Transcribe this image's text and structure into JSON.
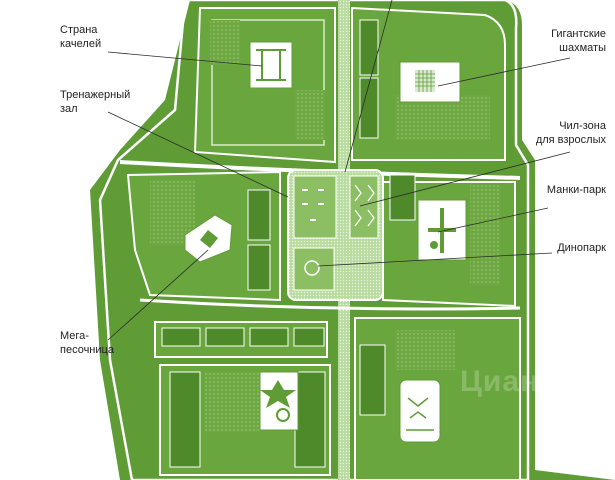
{
  "colors": {
    "map_green": "#5f9c36",
    "block_green": "#79b14d",
    "path_white": "#ffffff",
    "plaza_green": "#8cbf63",
    "leader_line": "#2b2b2b"
  },
  "labels": {
    "swing_country": "Страна\nкачелей",
    "gym": "Тренажерный\nзал",
    "mega_sandbox": "Мега-\nпесочница",
    "giant_chess": "Гигантские\nшахматы",
    "chill_zone": "Чил-зона\nдля взрослых",
    "monkey_park": "Манки-парк",
    "dinopark": "Динопарк"
  },
  "watermark": "Циан"
}
